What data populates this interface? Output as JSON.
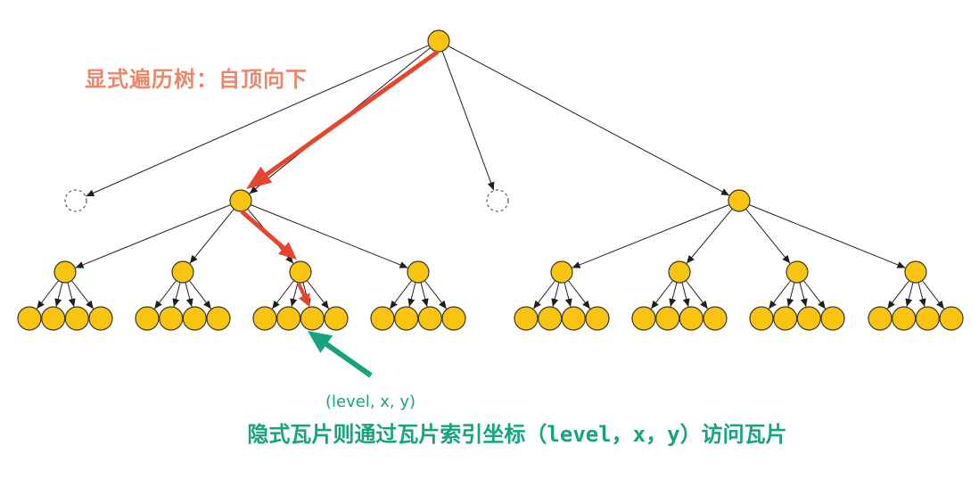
{
  "labels": {
    "explicit_traversal": "显式遍历树：自顶向下",
    "tile_coordinate": "(level, x, y)",
    "implicit_caption": "隐式瓦片则通过瓦片索引坐标（level，x，y）访问瓦片"
  },
  "colors": {
    "background": "#FFFFFF",
    "node_fill": "#F8C40F",
    "node_stroke": "#363636",
    "empty_node_stroke": "#555555",
    "edge": "#1E1E1E",
    "explicit_path": "#E8452F",
    "explicit_label": "#E9886D",
    "implicit": "#17A47C"
  }
}
